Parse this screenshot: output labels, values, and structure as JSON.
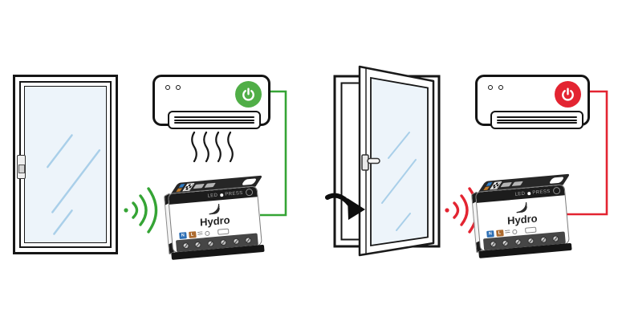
{
  "diagram": {
    "scenes": [
      {
        "name": "window-closed-ac-on",
        "window_state": "closed",
        "ac_power": "on",
        "signal_color": "#35a435",
        "wire_color": "#35a435",
        "airflow_visible": true
      },
      {
        "name": "window-open-ac-off",
        "window_state": "open",
        "ac_power": "off",
        "signal_color": "#e32431",
        "wire_color": "#e32431",
        "airflow_visible": false
      }
    ]
  },
  "device": {
    "brand": "Hydro",
    "led_label": "LED",
    "press_label": "PRESS",
    "terminal_n": "N",
    "terminal_l": "L"
  },
  "colors": {
    "power_on_green": "#50ae47",
    "power_off_red": "#e32431",
    "signal_green": "#35a435",
    "signal_red": "#e32431",
    "outline_black": "#161616",
    "glass_blue": "#edf4fa",
    "glass_streak_blue": "#a9cfe9",
    "terminal_n_blue": "#2d6fb5",
    "terminal_l_brown": "#ad6b2f"
  },
  "icons": {
    "power": "power-icon",
    "radio_waves": "radio-waves-icon",
    "airflow": "airflow-waves-icon",
    "open_arrow": "window-opening-arrow-icon",
    "led_indicator": "led-indicator-icon",
    "press_button": "press-button-icon",
    "qr_code": "qr-code-icon",
    "hydro_logo": "hydro-wave-logo-icon"
  }
}
